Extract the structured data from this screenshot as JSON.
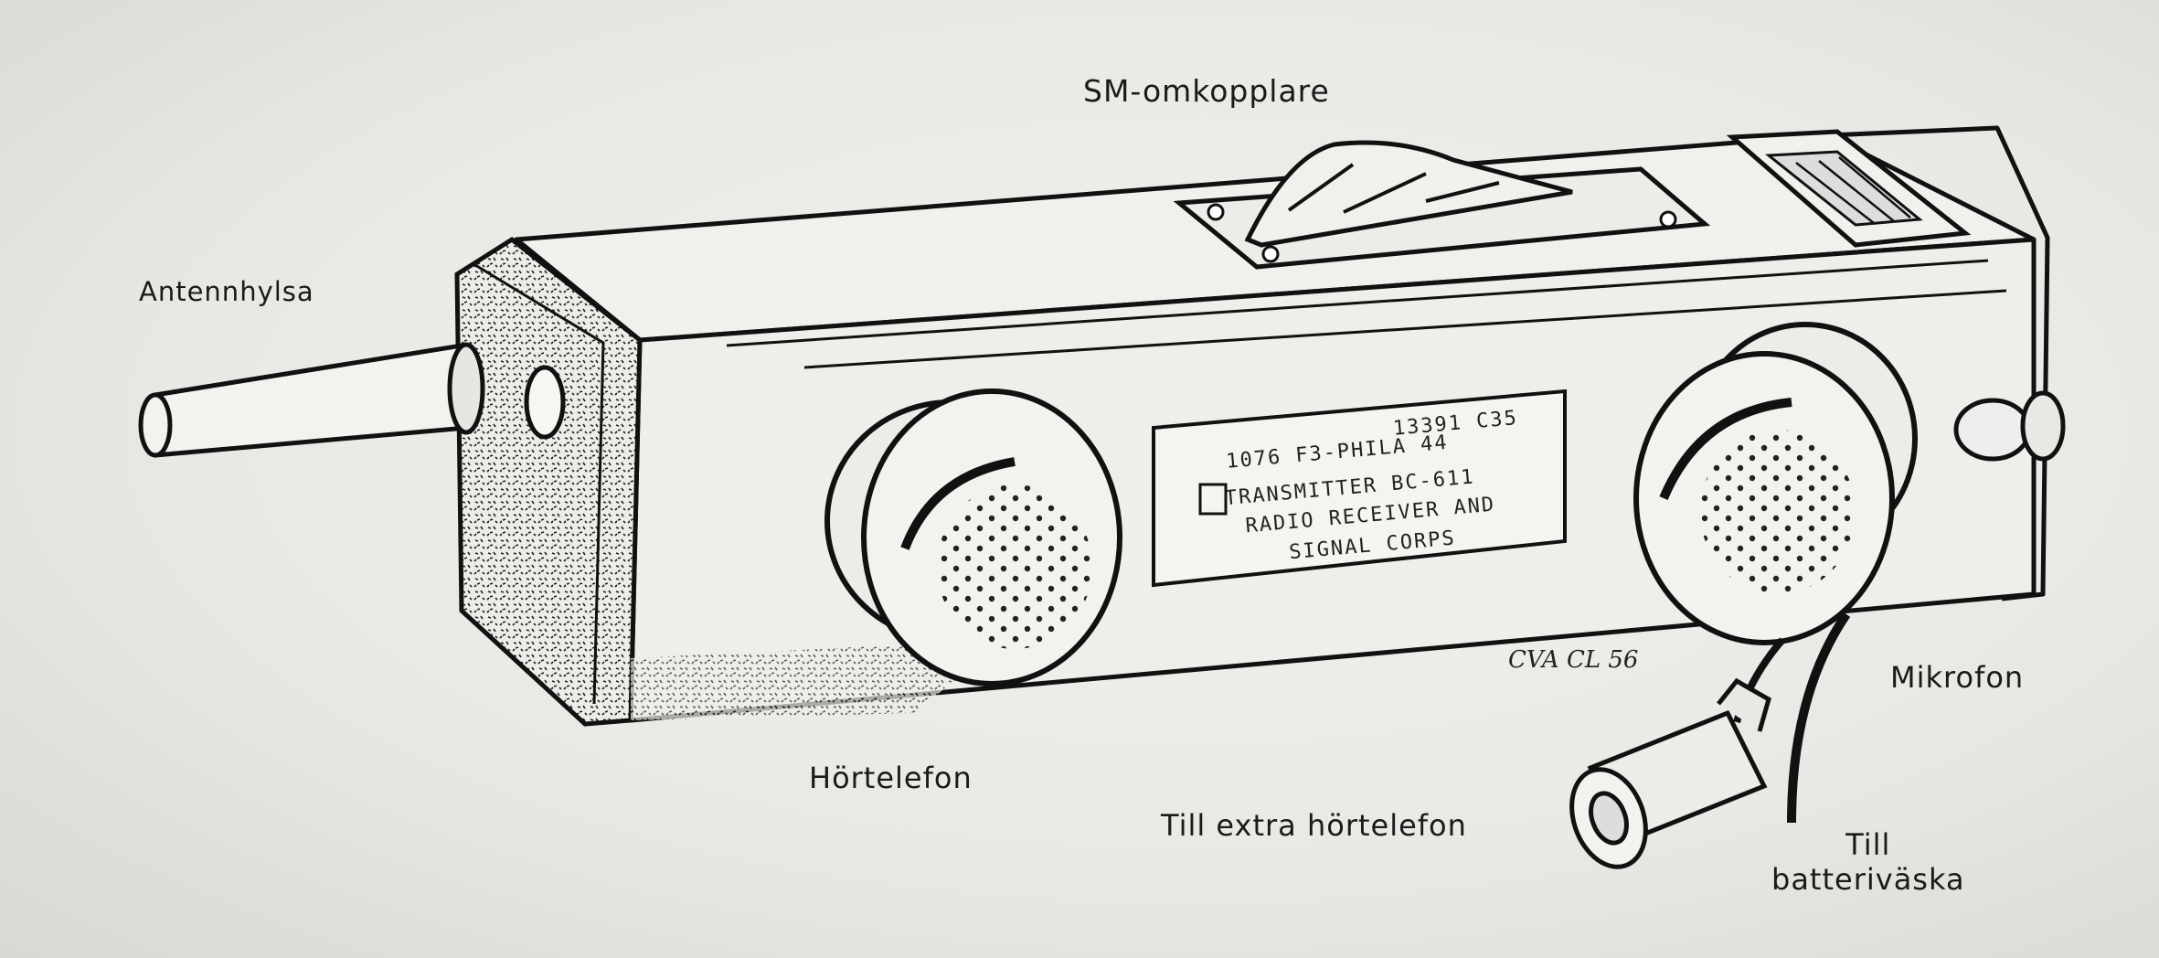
{
  "labels": {
    "sm_switch": "SM-omkopplare",
    "antenna_socket": "Antennhylsa",
    "headphone": "Hörtelefon",
    "extra_headphone": "Till extra hörtelefon",
    "microphone": "Mikrofon",
    "battery_bag_line1": "Till",
    "battery_bag_line2": "batteriväska"
  },
  "nameplate": {
    "line1": "SIGNAL CORPS",
    "line2": "RADIO RECEIVER AND",
    "line3": "TRANSMITTER BC-611",
    "tag_left": "1076 F3-PHILA 44",
    "tag_right": "13391 C35"
  },
  "signature": "CVA CL 56",
  "colors": {
    "paper": "#e9e9e6",
    "ink": "#1a1a1a"
  }
}
